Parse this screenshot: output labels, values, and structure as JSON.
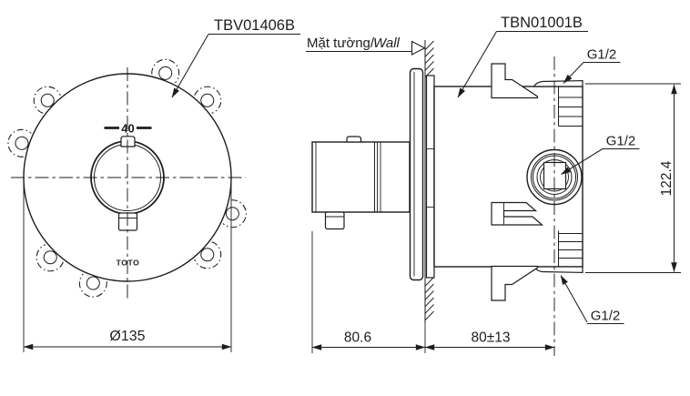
{
  "front_view": {
    "part_number": "TBV01406B",
    "temperature_marking": "40",
    "brand_logo": "TOTO",
    "diameter_dimension": "Ø135"
  },
  "side_view": {
    "part_number": "TBN01001B",
    "wall_label_vi": "Mặt tường/",
    "wall_label_en": "Wall",
    "thread_label_top": "G1/2",
    "thread_label_side": "G1/2",
    "thread_label_bottom": "G1/2",
    "height_dimension": "122.4",
    "handle_depth_dimension": "80.6",
    "embedment_dimension": "80±13"
  },
  "colors": {
    "line": "#1d1d1d",
    "background": "#ffffff"
  }
}
